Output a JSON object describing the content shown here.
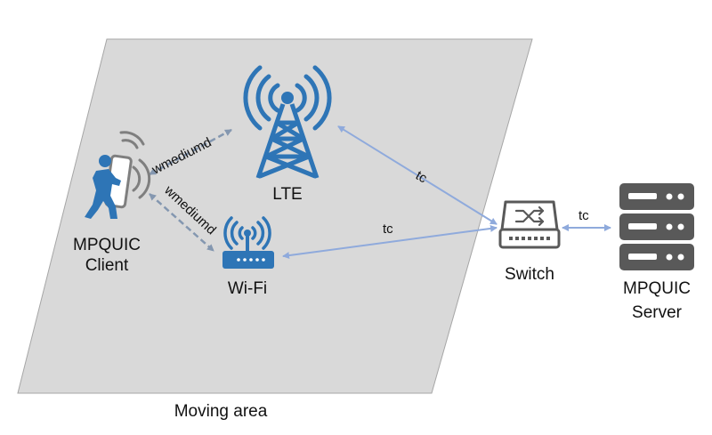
{
  "colors": {
    "area_fill": "#d9d9d9",
    "area_stroke": "#a6a6a6",
    "icon_blue": "#2e75b6",
    "gray_icon": "#7f7f7f",
    "dark_gray_icon": "#595959",
    "link_arrow": "#8faadc",
    "dashed_arrow": "#8497b0"
  },
  "area": {
    "label": "Moving area"
  },
  "nodes": {
    "client": {
      "label_line1": "MPQUIC",
      "label_line2": "Client",
      "icon": "person-with-phone-icon"
    },
    "lte": {
      "label": "LTE",
      "icon": "cell-tower-icon"
    },
    "wifi": {
      "label": "Wi-Fi",
      "icon": "wifi-router-icon"
    },
    "switch": {
      "label": "Switch",
      "icon": "network-switch-icon"
    },
    "server": {
      "label_line1": "MPQUIC",
      "label_line2": "Server",
      "icon": "server-rack-icon"
    }
  },
  "edges": {
    "client_lte": {
      "label": "wmediumd",
      "style": "dashed"
    },
    "client_wifi": {
      "label": "wmediumd",
      "style": "dashed"
    },
    "lte_switch": {
      "label": "tc",
      "style": "solid"
    },
    "wifi_switch": {
      "label": "tc",
      "style": "solid"
    },
    "switch_server": {
      "label": "tc",
      "style": "solid"
    }
  }
}
